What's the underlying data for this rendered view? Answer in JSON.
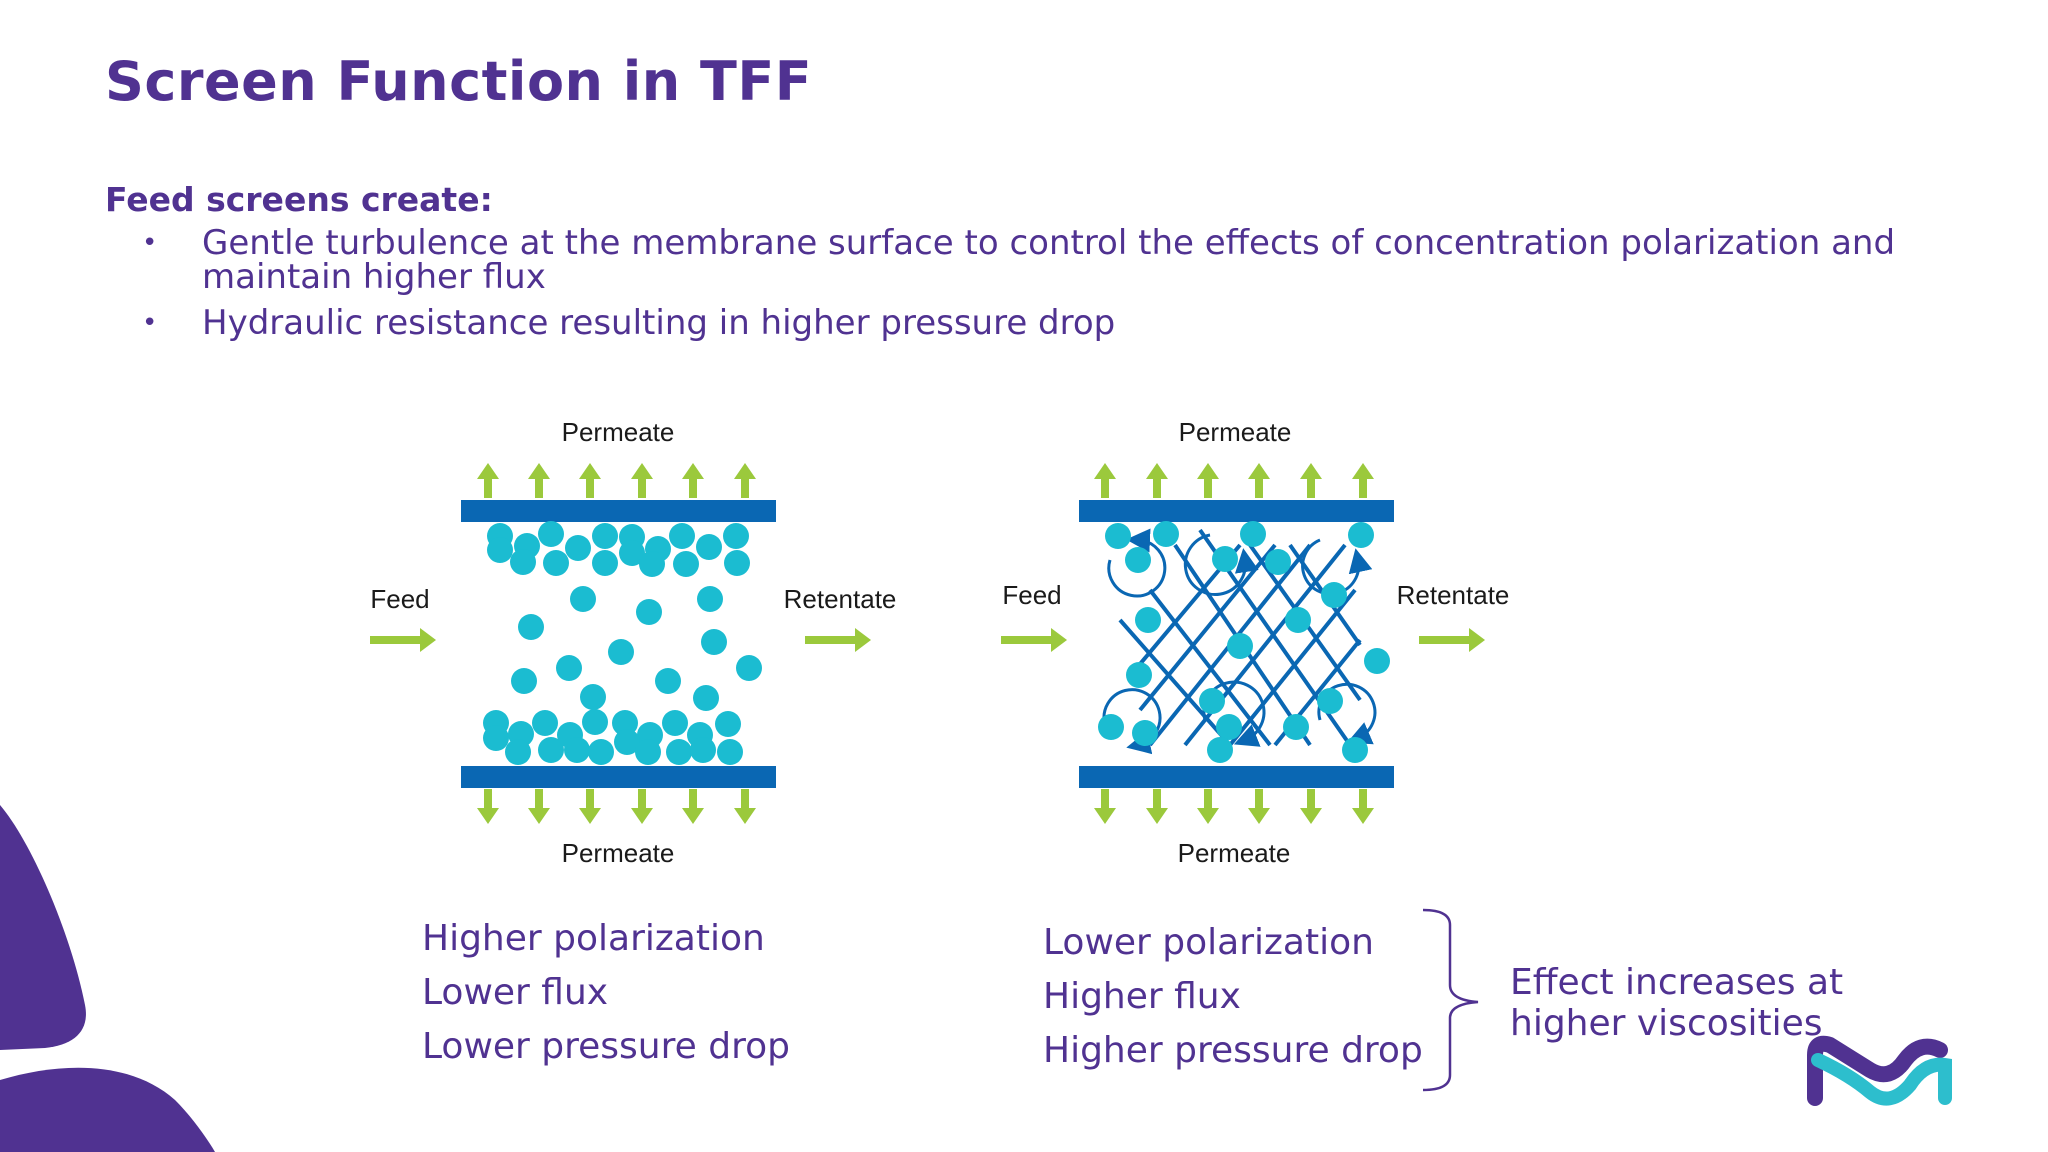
{
  "slide": {
    "title": "Screen Function in TFF",
    "subheading": "Feed screens create:",
    "bullets": [
      "Gentle turbulence at the membrane surface to control the effects of concentration polarization and maintain higher flux",
      "Hydraulic resistance resulting in higher pressure drop"
    ],
    "bullet_glyph": "•"
  },
  "diagram_left": {
    "permeate_top": "Permeate",
    "permeate_bottom": "Permeate",
    "feed": "Feed",
    "retentate": "Retentate"
  },
  "diagram_right": {
    "permeate_top": "Permeate",
    "permeate_bottom": "Permeate",
    "feed": "Feed",
    "retentate": "Retentate"
  },
  "results_left": [
    "Higher polarization",
    "Lower flux",
    "Lower pressure drop"
  ],
  "results_right": [
    "Lower polarization",
    "Higher flux",
    "Higher pressure drop"
  ],
  "effect_note": [
    "Effect increases at",
    "higher viscosities"
  ],
  "colors": {
    "brand_purple": "#503291",
    "membrane_blue": "#0a67b3",
    "particle_cyan": "#1bbcd1",
    "arrow_green": "#9bc93c",
    "logo_teal": "#2dbecd"
  },
  "icons": [
    "merck-logo-icon",
    "arrow-up-icon",
    "arrow-down-icon",
    "arrow-right-icon",
    "swirl-icon"
  ]
}
